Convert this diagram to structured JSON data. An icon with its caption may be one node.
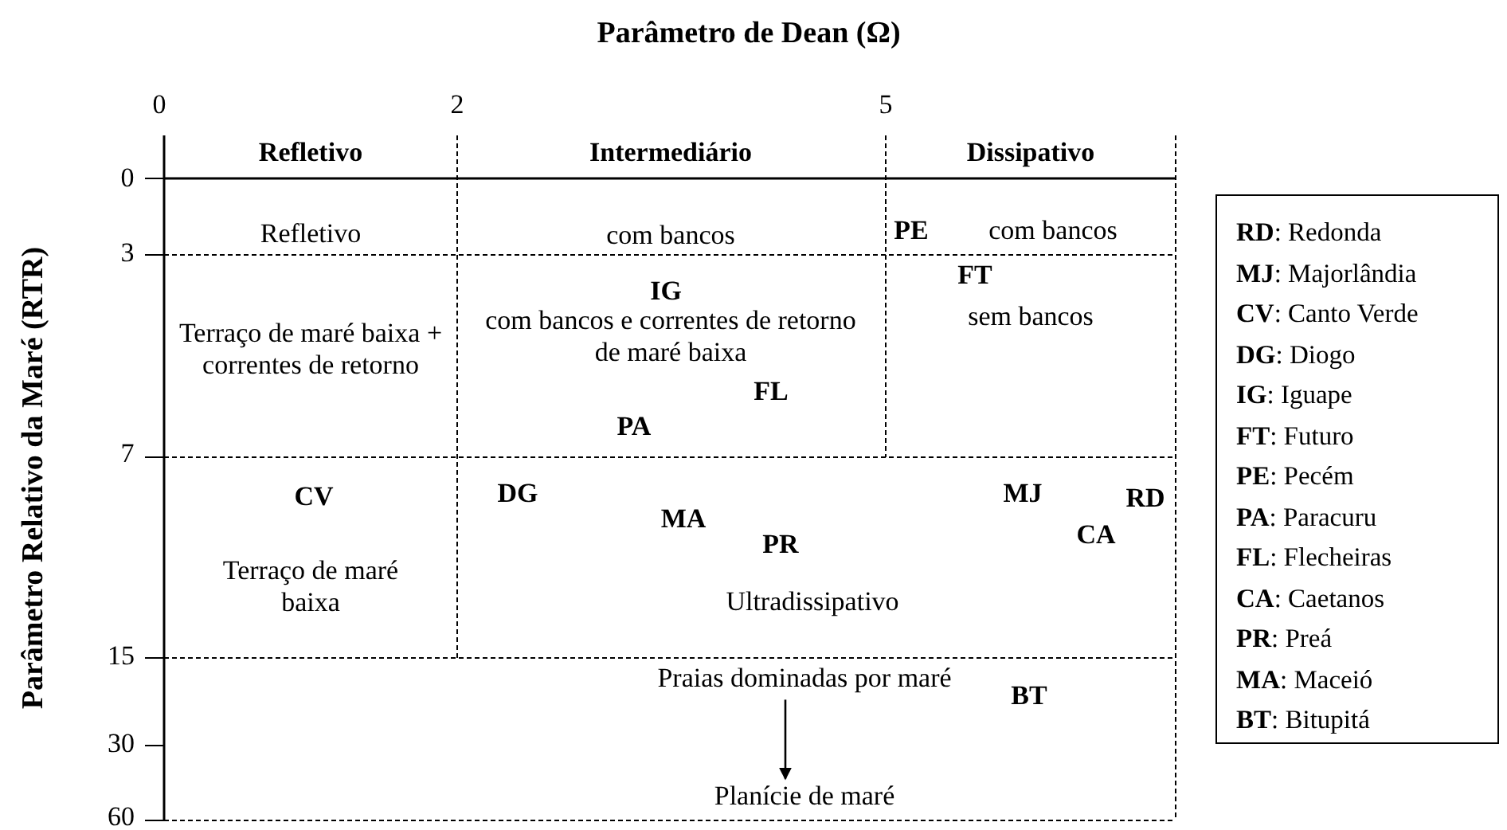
{
  "diagram": {
    "nodes": [
      {
        "text": [
          "Refletivo"
        ]
      },
      {
        "text": [
          "Intermediário"
        ]
      },
      {
        "text": [
          "Dissipativo"
        ]
      },
      {
        "text": [
          "Refletivo"
        ]
      },
      {
        "text": [
          "com bancos"
        ]
      },
      {
        "text": [
          "com bancos"
        ]
      },
      {
        "text": [
          "Terraço de maré baixa + correntes de retorno"
        ]
      },
      {
        "text": [
          "com bancos e correntes de retorno de maré baixa"
        ]
      },
      {
        "text": [
          "sem bancos"
        ]
      },
      {
        "text": [
          "Terraço de maré baixa"
        ]
      },
      {
        "text": [
          "Ultradissipativo"
        ]
      },
      {
        "text": [
          "Praias dominadas por maré"
        ]
      },
      {
        "text": [
          "Planície de maré"
        ]
      }
    ],
    "edges": [
      {
        "from": 11,
        "to": 12,
        "arrow": "to"
      }
    ],
    "labels": [
      "Parâmetro de Dean (Ω)",
      "0",
      "2",
      "5",
      "Parâmetro Relativo da Maré (RTR)",
      "0",
      "3",
      "7",
      "15",
      "30",
      "60",
      "PE",
      "FT",
      "IG",
      "FL",
      "PA",
      "CV",
      "DG",
      "MJ",
      "RD",
      "MA",
      "CA",
      "PR",
      "BT"
    ],
    "legend": [
      {
        "text": "**RD**: Redonda"
      },
      {
        "text": "**MJ**: Majorlândia"
      },
      {
        "text": "**CV**: Canto Verde"
      },
      {
        "text": "**DG**: Diogo"
      },
      {
        "text": "**IG**: Iguape"
      },
      {
        "text": "**FT**: Futuro"
      },
      {
        "text": "**PE**: Pecém"
      },
      {
        "text": "**PA**: Paracuru"
      },
      {
        "text": "**FL**: Flecheiras"
      },
      {
        "text": "**CA**: Caetanos"
      },
      {
        "text": "**PR**: Preá"
      },
      {
        "text": "**MA**: Maceió"
      },
      {
        "text": "**BT**: Bitupitá"
      }
    ]
  }
}
